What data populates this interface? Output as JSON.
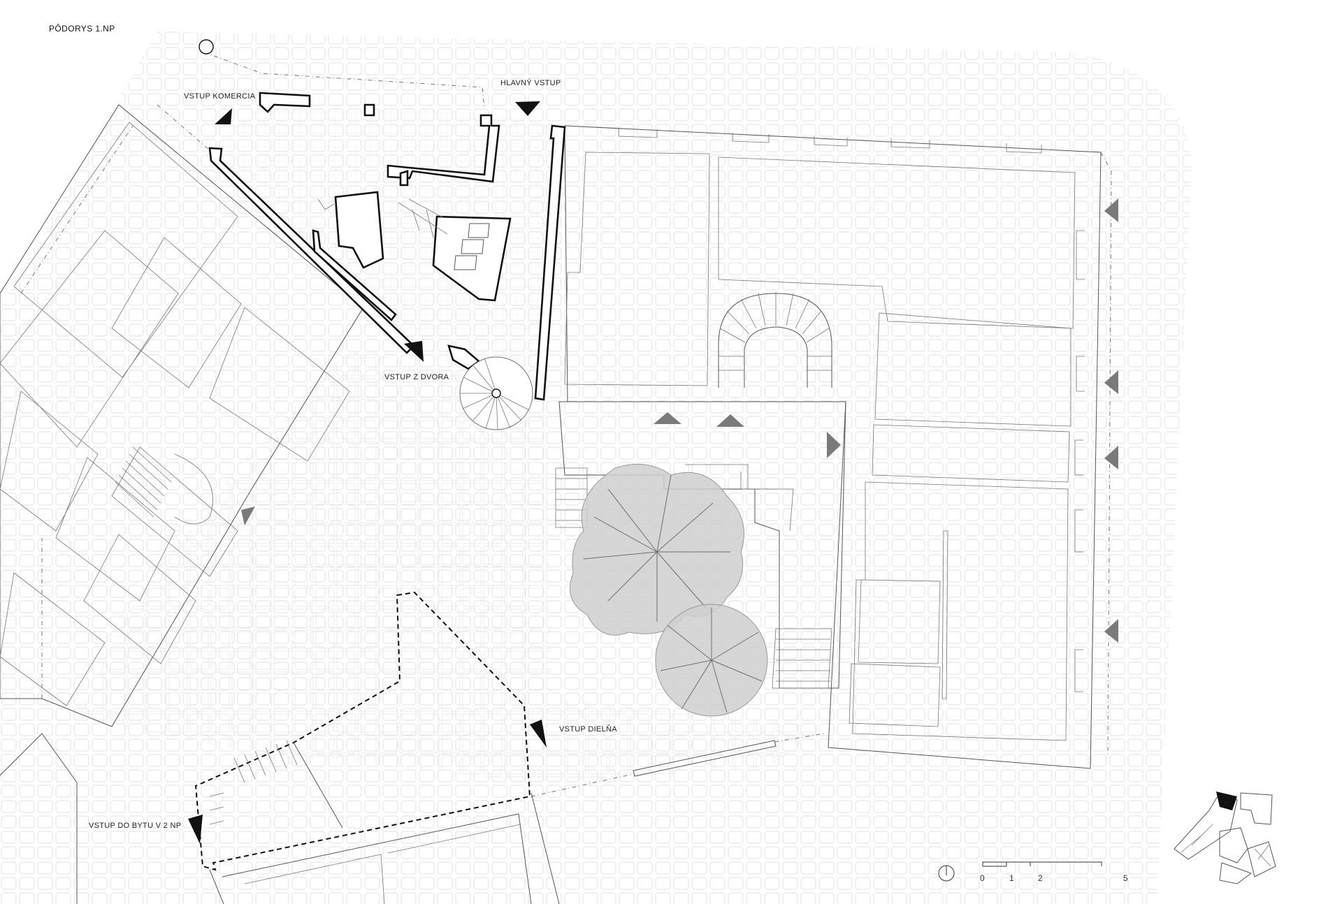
{
  "title": "PÔDORYS 1.NP",
  "labels": {
    "entrance_commercial": "VSTUP KOMERCIA",
    "main_entrance": "HLAVNÝ VSTUP",
    "courtyard_entrance": "VSTUP Z DVORA",
    "workshop_entrance": "VSTUP DIELŇA",
    "apartment_entrance": "VSTUP DO BYTU V 2 NP"
  },
  "scale_bar": {
    "ticks": [
      "0",
      "1",
      "2",
      "5"
    ]
  },
  "icons": {
    "north": "north-circle-icon",
    "entry": "entrance-triangle-icon"
  },
  "colors": {
    "walls": "#111111",
    "lines": "#555555",
    "tree": "#cfcfcf",
    "arrow_grey": "#7a7a7a"
  }
}
